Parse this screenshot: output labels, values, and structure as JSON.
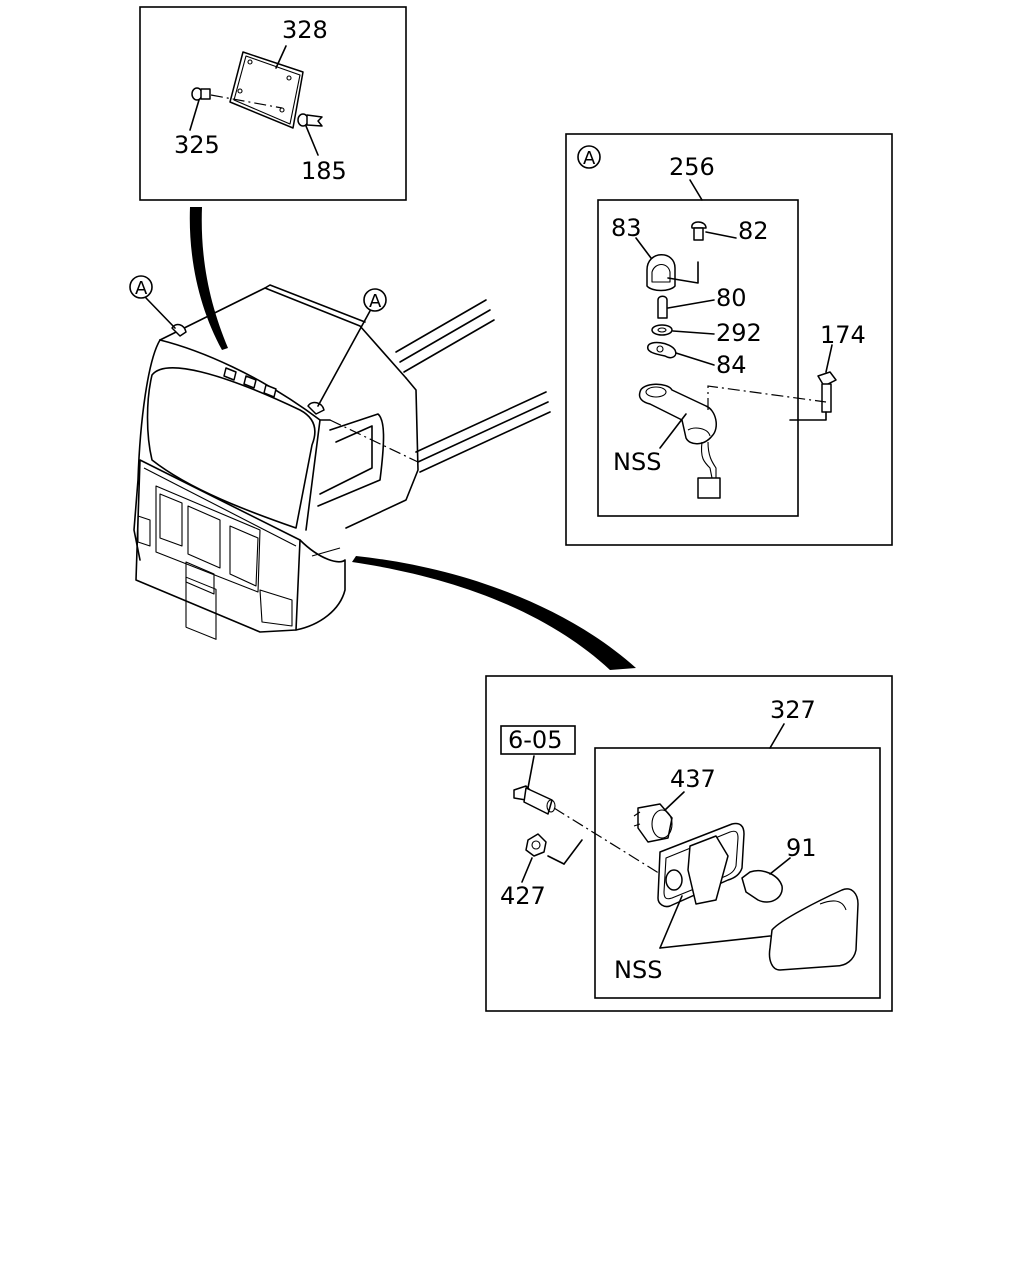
{
  "callouts": {
    "label_plate": "328",
    "plate_screw": "325",
    "plate_clip": "185",
    "marker_assembly": "256",
    "marker_lens": "83",
    "lens_screw": "82",
    "marker_bulb": "80",
    "bulb_washer": "292",
    "marker_gasket": "84",
    "bracket_bolt": "174",
    "marker_nss": "NSS",
    "side_lamp_assembly": "327",
    "ref_page": "6-05",
    "socket": "437",
    "side_bulb": "91",
    "nut": "427",
    "side_nss": "NSS"
  },
  "detail_marks": {
    "left_roof": "A",
    "right_roof": "A",
    "detail_box": "A"
  }
}
